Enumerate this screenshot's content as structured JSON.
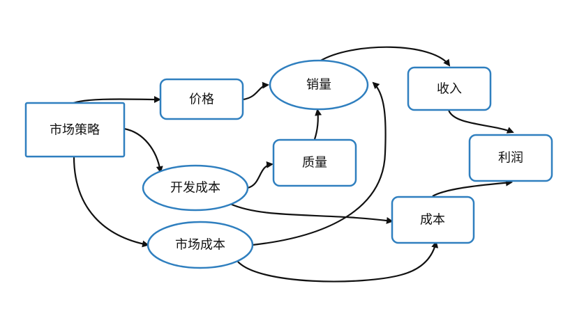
{
  "nodes": {
    "market_strategy": "市场策略",
    "price": "价格",
    "sales_volume": "销量",
    "revenue": "收入",
    "dev_cost": "开发成本",
    "quality": "质量",
    "profit": "利润",
    "cost": "成本",
    "market_cost": "市场成本"
  },
  "colors": {
    "node_border": "#2f7fbf",
    "arrow": "#111111"
  }
}
